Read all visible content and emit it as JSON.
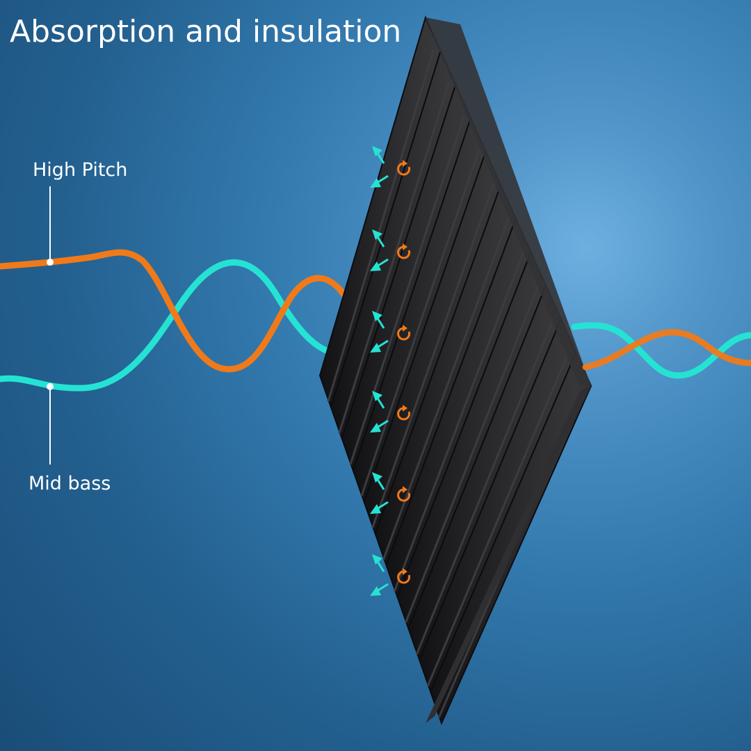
{
  "title": "Absorption and insulation",
  "labels": {
    "high_pitch": "High Pitch",
    "mid_bass": "Mid bass"
  },
  "colors": {
    "high_pitch_wave": "#f07a1a",
    "mid_bass_wave": "#25e3d3",
    "foam": "#1f1f21",
    "arrow": "#25e3d3",
    "rotate_icon": "#f07a1a"
  },
  "icons": [
    "reflection-arrow-icon",
    "rotate-icon"
  ],
  "foam_ridges": 11,
  "absorption_markers": 6
}
